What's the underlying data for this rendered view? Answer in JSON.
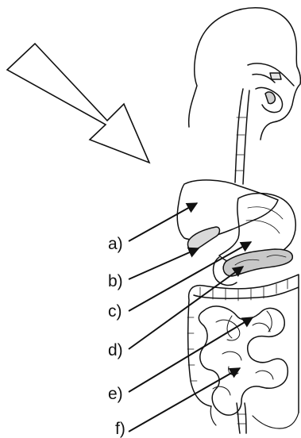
{
  "labels": {
    "a": "a)",
    "b": "b)",
    "c": "c)",
    "d": "d)",
    "e": "e)",
    "f": "f)"
  },
  "colors": {
    "ink": "#111111",
    "background": "#ffffff"
  }
}
